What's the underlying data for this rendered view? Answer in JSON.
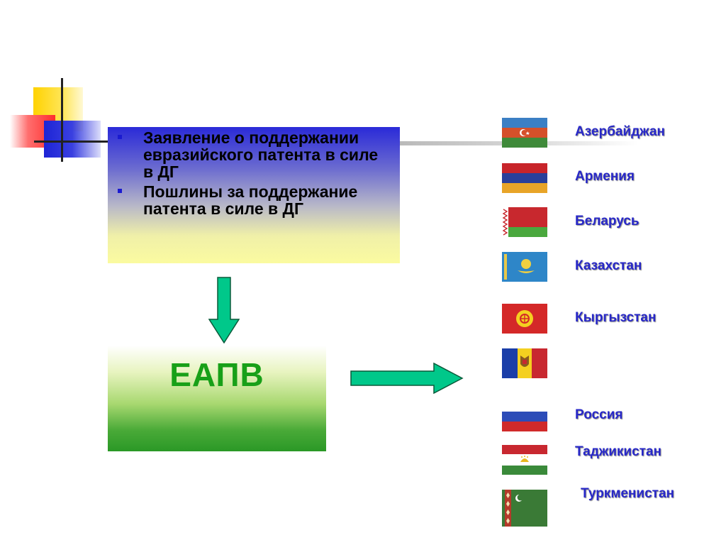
{
  "info": {
    "items": [
      "Заявление о поддержании евразийского патента в силе в ДГ",
      "Пошлины за поддержание патента в силе в ДГ"
    ]
  },
  "center": {
    "title": "ЕАПВ"
  },
  "countries": [
    {
      "name": "Азербайджан",
      "flag": "flag-azerbaijan"
    },
    {
      "name": "Армения",
      "flag": "flag-armenia"
    },
    {
      "name": "Беларусь",
      "flag": "flag-belarus"
    },
    {
      "name": "Казахстан",
      "flag": "flag-kazakhstan"
    },
    {
      "name": "Кыргызстан",
      "flag": "flag-kyrgyzstan"
    },
    {
      "name": "",
      "flag": "flag-moldova"
    },
    {
      "name": "Россия",
      "flag": "flag-russia"
    },
    {
      "name": "Таджикистан",
      "flag": "flag-tajikistan"
    },
    {
      "name": "Туркменистан",
      "flag": "flag-turkmenistan"
    }
  ],
  "colors": {
    "country_text": "#2828c8",
    "eapv_text": "#18a018",
    "arrow_fill": "#00c88a"
  }
}
